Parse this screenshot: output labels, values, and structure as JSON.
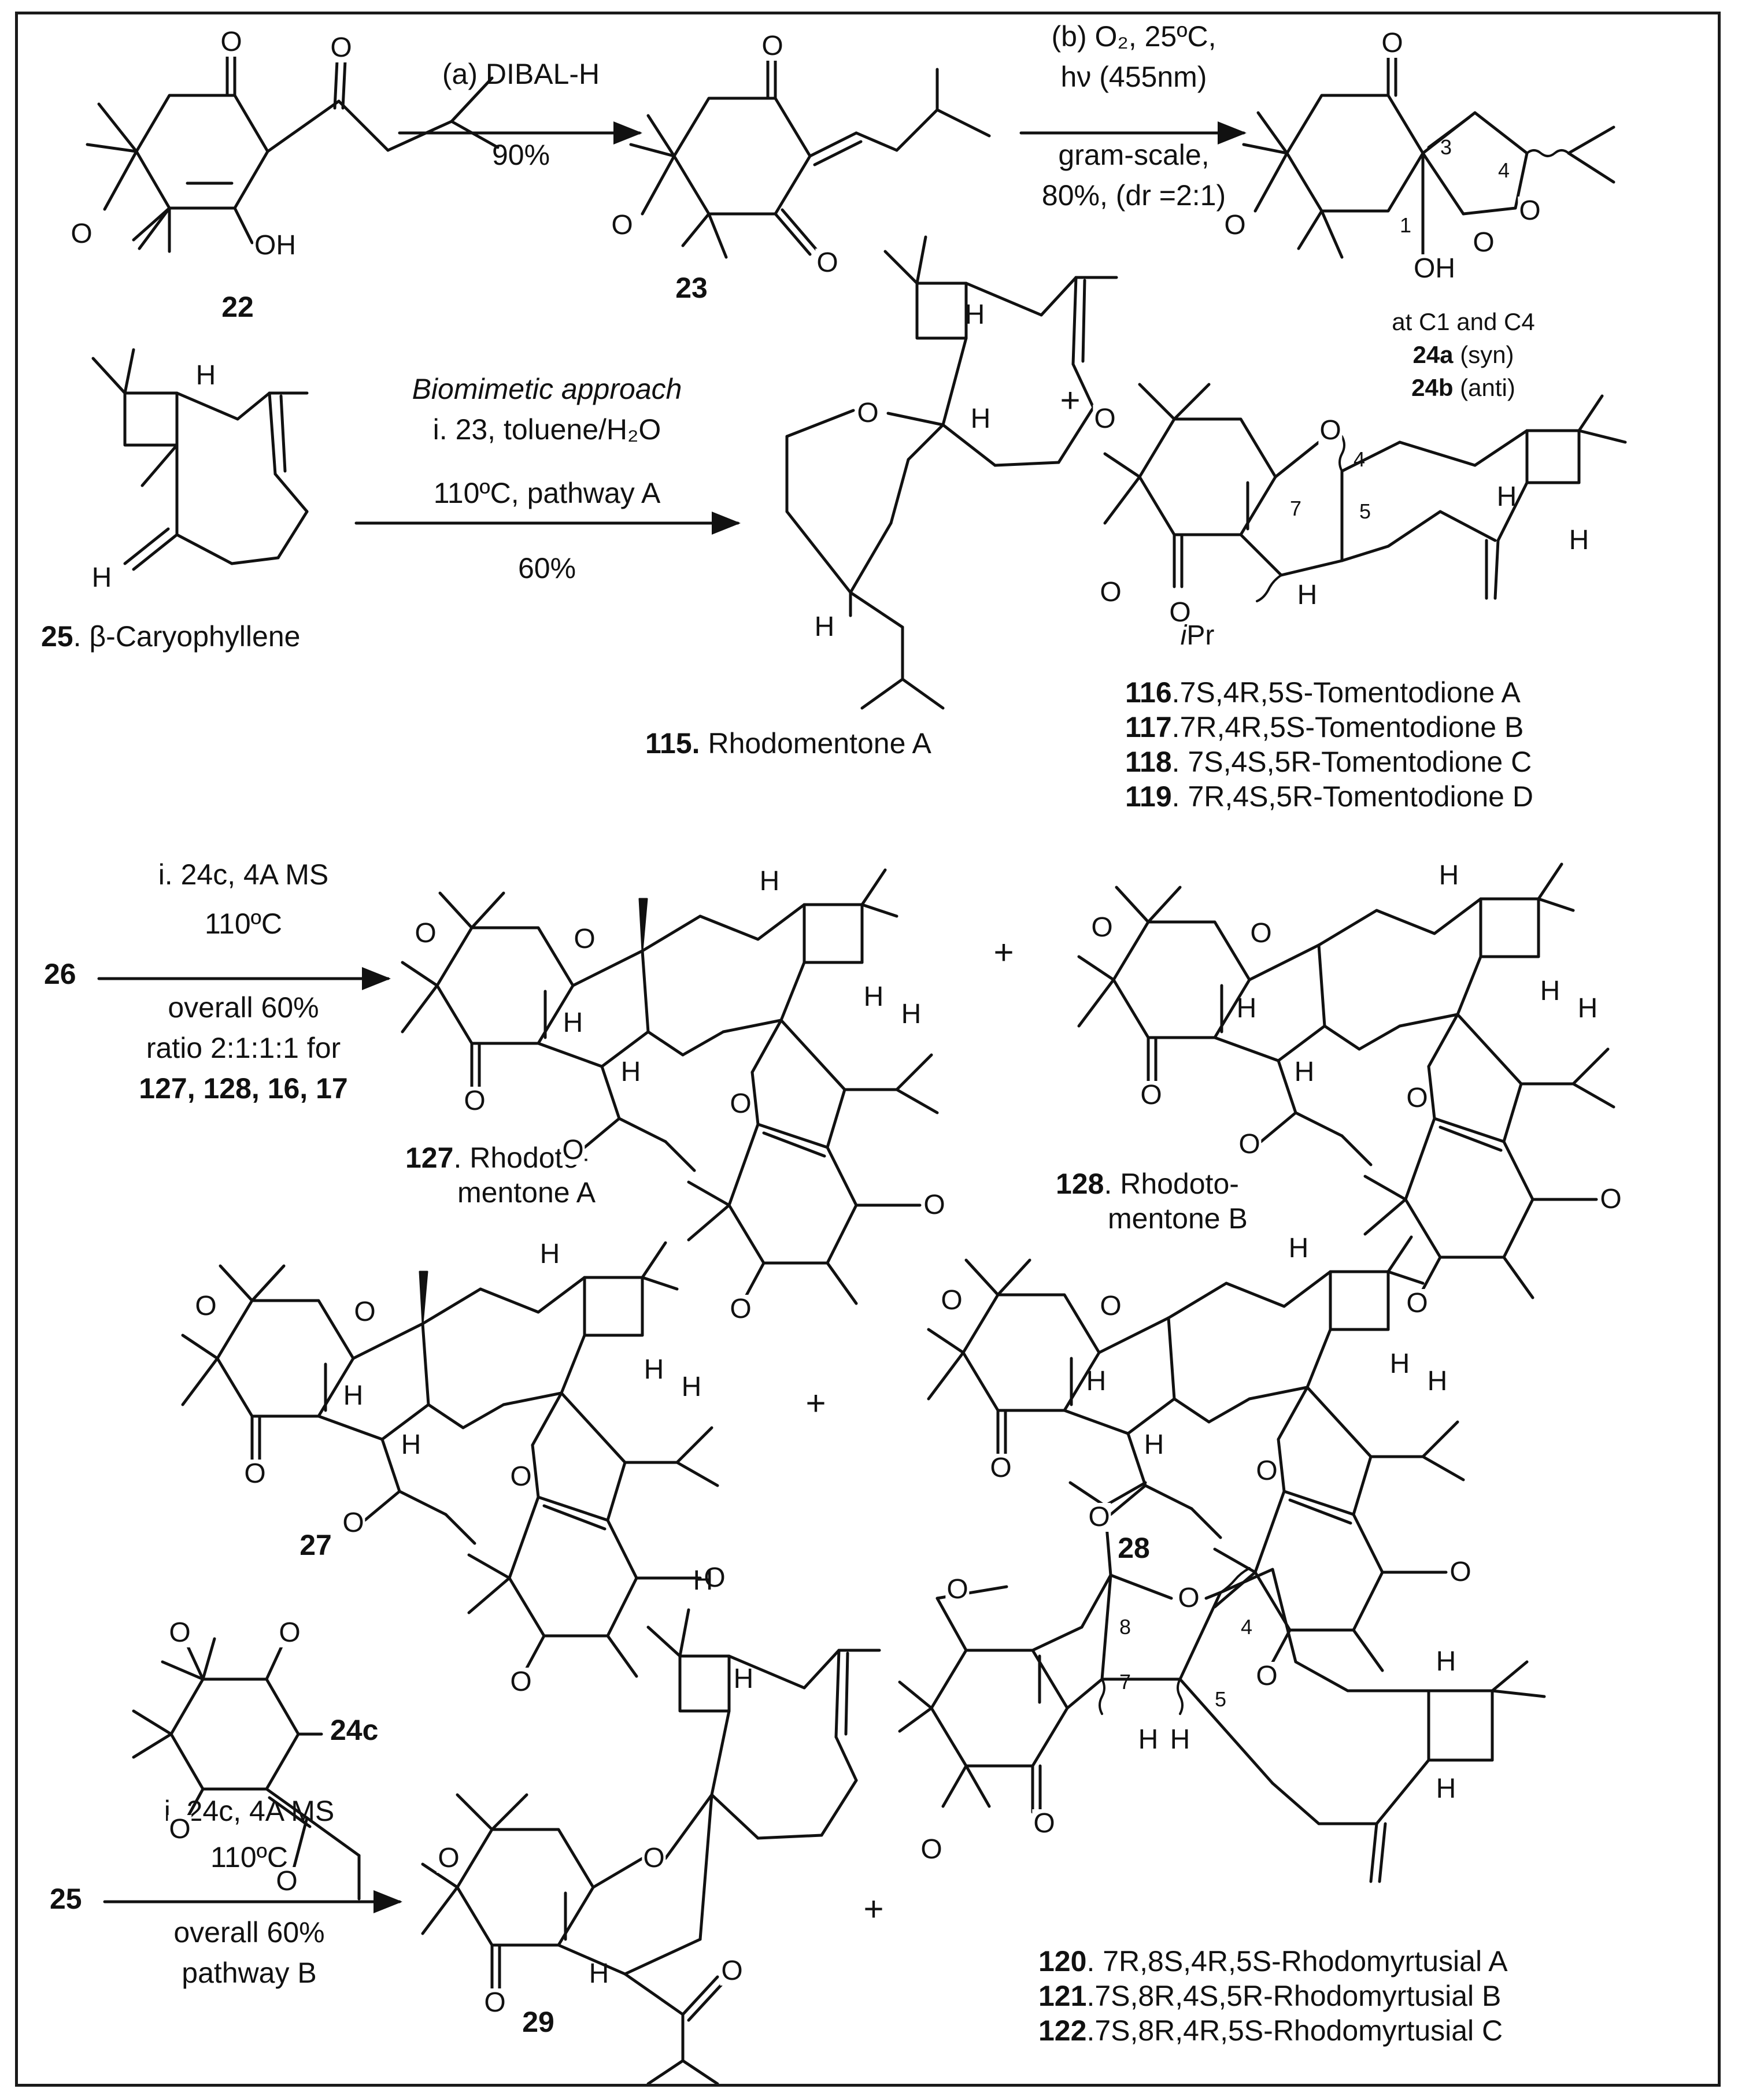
{
  "steps": {
    "a_reagent": "(a) DIBAL-H",
    "a_yield": "90%",
    "b_line1": "(b) O₂, 25ºC,",
    "b_line2": "hν (455nm)",
    "b_line3": "gram-scale,",
    "b_line4": "80%, (dr =2:1)",
    "bio_title": "Biomimetic approach",
    "bio_line1": "i. 23, toluene/H₂O",
    "bio_line2": "110ºC, pathway A",
    "bio_yield": "60%",
    "s26_line1": "i. 24c, 4A MS",
    "s26_line2": "110ºC",
    "s26_line3": "overall 60%",
    "s26_line4": "ratio 2:1:1:1 for",
    "s26_line5": "127, 128, 16, 17",
    "s25_line1": "i. 24c, 4A MS",
    "s25_line2": "110ºC",
    "s25_line3": "overall 60%",
    "s25_line4": "pathway B",
    "plus": "+"
  },
  "compounds": {
    "c22": "22",
    "c23": "23",
    "c24_note": "at C1 and C4",
    "c24a_num": "24a",
    "c24a_suffix": " (syn)",
    "c24b_num": "24b",
    "c24b_suffix": " (anti)",
    "c25_num": "25",
    "c25_name": ". β-Caryophyllene",
    "c115_num": "115.",
    "c115_name": " Rhodomentone A",
    "c116_num": "116",
    "c116_name": ".7S,4R,5S-Tomentodione A",
    "c117_num": "117",
    "c117_name": ".7R,4R,5S-Tomentodione B",
    "c118_num": "118",
    "c118_name": ". 7S,4S,5R-Tomentodione C",
    "c119_num": "119",
    "c119_name": ". 7R,4S,5R-Tomentodione D",
    "c26": "26",
    "c127_num": "127",
    "c127_line1": ". Rhodoto-",
    "c127_line2": "mentone A",
    "c128_num": "128",
    "c128_line1": ". Rhodoto-",
    "c128_line2": "mentone B",
    "c27": "27",
    "c28": "28",
    "c24c": "24c",
    "c25b": "25",
    "c29": "29",
    "c120_num": "120",
    "c120_name": ". 7R,8S,4R,5S-Rhodomyrtusial A",
    "c121_num": "121",
    "c121_name": ".7S,8R,4S,5R-Rhodomyrtusial B",
    "c122_num": "122",
    "c122_name": ".7S,8R,4R,5S-Rhodomyrtusial C"
  },
  "atoms": {
    "O": "O",
    "OH": "OH",
    "H": "H",
    "iPr_i": "i",
    "iPr_Pr": "Pr",
    "n1": "1",
    "n3": "3",
    "n4": "4",
    "n5": "5",
    "n7": "7",
    "n8": "8"
  }
}
